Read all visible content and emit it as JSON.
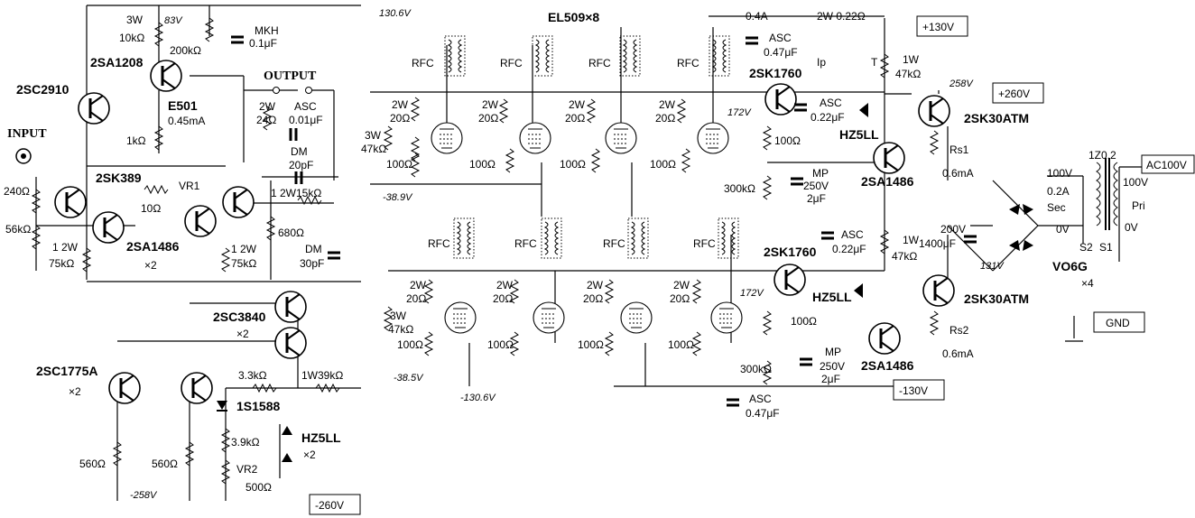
{
  "top": {
    "tubes_label": "EL509×8",
    "v130_6_top": "130.6V",
    "current_top": "0.4A",
    "r_2w_022": "2W 0.22Ω",
    "ip_label": "Ip",
    "t_label": "T"
  },
  "rails": {
    "pos130": "+130V",
    "pos260": "+260V",
    "neg130": "-130V",
    "neg260": "-260V",
    "ac100": "AC100V",
    "gnd": "GND"
  },
  "input_section": {
    "tr_2sc2910": "2SC2910",
    "tr_2sa1208": "2SA1208",
    "r_3w": "3W",
    "r_10k": "10kΩ",
    "v83": "83V",
    "r_200k": "200kΩ",
    "cap_mkh": "MKH",
    "cap_01uf": "0.1μF",
    "output": "OUTPUT",
    "e501": "E501",
    "e501_ma": "0.45mA",
    "r_1k": "1kΩ",
    "input": "INPUT",
    "r_240": "240Ω",
    "r_56k": "56kΩ",
    "r_12w": "1 2W",
    "r_75k": "75kΩ",
    "fet_2sk389": "2SK389",
    "vr1": "VR1",
    "vr1_val": "10Ω",
    "tr_2sa1486": "2SA1486",
    "x2": "×2",
    "r_2w": "2W",
    "r_24": "24Ω",
    "cap_asc": "ASC",
    "cap_001": "0.01μF",
    "cap_dm": "DM",
    "cap_20pf": "20pF",
    "r_2w15k": "1 2W15kΩ",
    "r_680": "680Ω",
    "r_12w_b": "1 2W",
    "r_75k_b": "75kΩ",
    "cap_dm2": "DM",
    "cap_30pf": "30pF"
  },
  "driver_section": {
    "tr_2sc3840": "2SC3840",
    "x2_3840": "×2",
    "tr_2sc1775a": "2SC1775A",
    "x2_1775": "×2",
    "r_33k": "3.3kΩ",
    "r_1w39k": "1W39kΩ",
    "d_1s1588": "1S1588",
    "zd_hz5ll": "HZ5LL",
    "zd_x2": "×2",
    "r_39k": "3.9kΩ",
    "vr2": "VR2",
    "vr2_val": "500Ω",
    "r_560a": "560Ω",
    "r_560b": "560Ω",
    "v_neg258": "-258V"
  },
  "output_stage": {
    "rfc": "RFC",
    "r_3w": "3W",
    "r_47k": "47kΩ",
    "r_2w": "2W",
    "r_20": "20Ω",
    "r_100": "100Ω",
    "v_neg389": "-38.9V",
    "v_neg385": "-38.5V",
    "v_neg1306": "-130.6V"
  },
  "regulator": {
    "fet_2sk1760a": "2SK1760",
    "fet_2sk1760b": "2SK1760",
    "v172a": "172V",
    "v172b": "172V",
    "v258": "258V",
    "v131": "131V",
    "tr_2sk30atm_a": "2SK30ATM",
    "tr_2sk30atm_b": "2SK30ATM",
    "tr_2sa1486_a": "2SA1486",
    "tr_2sa1486_b": "2SA1486",
    "zd_a": "HZ5LL",
    "zd_b": "HZ5LL",
    "r_1w": "1W",
    "r_47k_a": "47kΩ",
    "r_47k_b": "47kΩ",
    "r_1w_b": "1W",
    "asc": "ASC",
    "c_022a": "0.22μF",
    "c_022b": "0.22μF",
    "c_022c": "0.22μF",
    "c_047a": "0.47μF",
    "c_047b": "0.47μF",
    "r_100a": "100Ω",
    "r_100b": "100Ω",
    "r_300k_a": "300kΩ",
    "r_300k_b": "300kΩ",
    "mp": "MP",
    "mp_v": "250V",
    "mp_c": "2μF",
    "rs1": "Rs1",
    "rs2": "Rs2",
    "i_06a": "0.6mA",
    "i_06b": "0.6mA"
  },
  "psu": {
    "c_200v": "200V",
    "c_1400": "1400μF",
    "bridge": "VO6G",
    "bridge_x4": "×4",
    "transformer": "1Z0.2",
    "sec_100v": "100V",
    "sec_02a": "0.2A",
    "sec": "Sec",
    "sec_0v": "0V",
    "pri_100v": "100V",
    "pri": "Pri",
    "pri_0v": "0V",
    "s2": "S2",
    "s1": "S1"
  }
}
